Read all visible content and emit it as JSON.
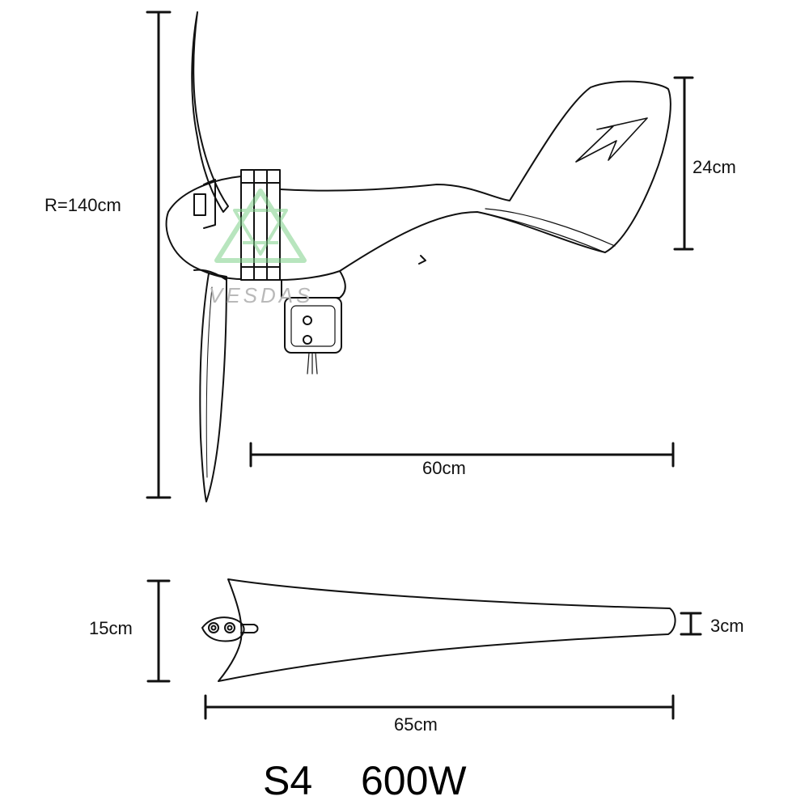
{
  "colors": {
    "ink": "#111111",
    "watermark": "#7fd18a",
    "watermark_text": "#b9b9b9"
  },
  "turbine_side_view": {
    "rotor_radius_label": "R=140cm",
    "tail_height_label": "24cm",
    "body_length_label": "60cm"
  },
  "blade_view": {
    "root_width_label": "15cm",
    "tip_width_label": "3cm",
    "blade_length_label": "65cm"
  },
  "model": {
    "name": "S4",
    "power": "600W"
  },
  "watermark": {
    "brand": "VESDAS",
    "logo_icon": "triangle-logo-icon"
  }
}
